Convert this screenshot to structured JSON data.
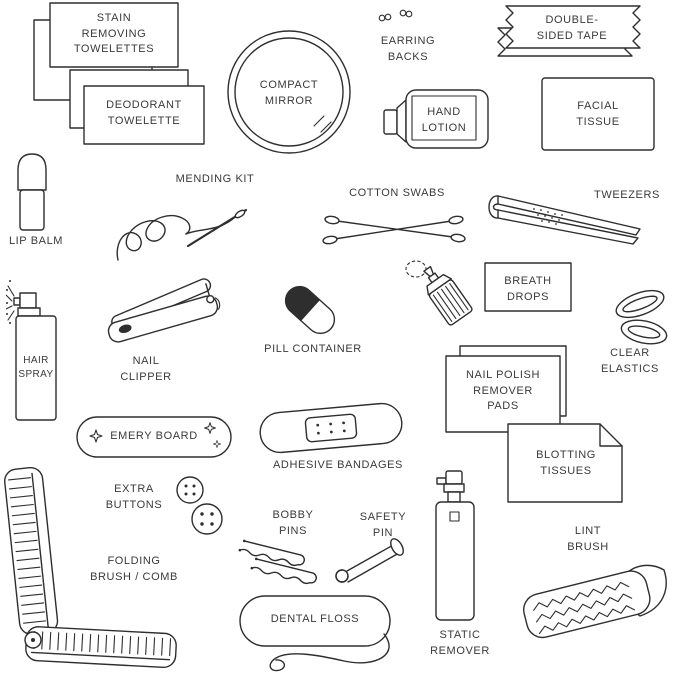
{
  "page": {
    "background_color": "#ffffff",
    "ink_color": "#2e2e2e",
    "text_color": "#3a3a3a"
  },
  "items": [
    {
      "name": "stain-removing-towelettes",
      "label": "STAIN\nREMOVING\nTOWELETTES"
    },
    {
      "name": "deodorant-towelette",
      "label": "DEODORANT\nTOWELETTE"
    },
    {
      "name": "compact-mirror",
      "label": "COMPACT\nMIRROR"
    },
    {
      "name": "earring-backs",
      "label": "EARRING\nBACKS"
    },
    {
      "name": "double-sided-tape",
      "label": "DOUBLE-\nSIDED TAPE"
    },
    {
      "name": "hand-lotion",
      "label": "HAND\nLOTION"
    },
    {
      "name": "facial-tissue",
      "label": "FACIAL\nTISSUE"
    },
    {
      "name": "lip-balm",
      "label": "LIP BALM"
    },
    {
      "name": "mending-kit",
      "label": "MENDING KIT"
    },
    {
      "name": "cotton-swabs",
      "label": "COTTON SWABS"
    },
    {
      "name": "tweezers",
      "label": "TWEEZERS"
    },
    {
      "name": "hair-spray",
      "label": "HAIR\nSPRAY"
    },
    {
      "name": "nail-clipper",
      "label": "NAIL\nCLIPPER"
    },
    {
      "name": "pill-container",
      "label": "PILL CONTAINER"
    },
    {
      "name": "breath-drops",
      "label": "BREATH\nDROPS"
    },
    {
      "name": "clear-elastics",
      "label": "CLEAR\nELASTICS"
    },
    {
      "name": "nail-polish-remover-pads",
      "label": "NAIL POLISH\nREMOVER\nPADS"
    },
    {
      "name": "emery-board",
      "label": "EMERY BOARD"
    },
    {
      "name": "adhesive-bandages",
      "label": "ADHESIVE BANDAGES"
    },
    {
      "name": "blotting-tissues",
      "label": "BLOTTING\nTISSUES"
    },
    {
      "name": "extra-buttons",
      "label": "EXTRA\nBUTTONS"
    },
    {
      "name": "bobby-pins",
      "label": "BOBBY\nPINS"
    },
    {
      "name": "safety-pin",
      "label": "SAFETY\nPIN"
    },
    {
      "name": "static-remover",
      "label": "STATIC\nREMOVER"
    },
    {
      "name": "lint-brush",
      "label": "LINT\nBRUSH"
    },
    {
      "name": "folding-brush-comb",
      "label": "FOLDING\nBRUSH / COMB"
    },
    {
      "name": "dental-floss",
      "label": "DENTAL FLOSS"
    }
  ]
}
